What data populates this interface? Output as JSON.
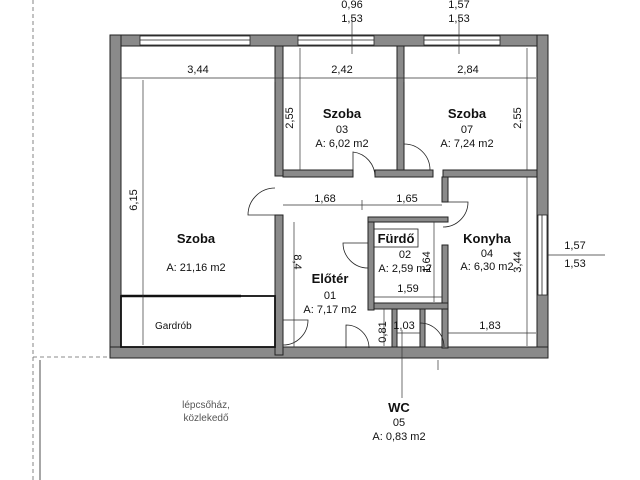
{
  "top_marks": [
    {
      "a": "0,96",
      "b": "1,53"
    },
    {
      "a": "1,57",
      "b": "1,53"
    }
  ],
  "side_mark": {
    "a": "1,57",
    "b": "1,53"
  },
  "dimensions": {
    "d_344_top": "3,44",
    "d_242": "2,42",
    "d_284": "2,84",
    "d_255_left": "2,55",
    "d_255_right": "2,55",
    "d_615": "6,15",
    "d_168": "1,68",
    "d_165": "1,65",
    "d_84": "8,4",
    "d_164": "1,64",
    "d_344_kitchen": "3,44",
    "d_159": "1,59",
    "d_081": "0,81",
    "d_103": "1,03",
    "d_183": "1,83"
  },
  "rooms": {
    "szoba_big": {
      "name": "Szoba",
      "area": "A: 21,16 m2"
    },
    "szoba_03": {
      "name": "Szoba",
      "number": "03",
      "area": "A: 6,02 m2"
    },
    "szoba_07": {
      "name": "Szoba",
      "number": "07",
      "area": "A: 7,24 m2"
    },
    "furdo": {
      "name": "Fürdő",
      "number": "02",
      "area": "A: 2,59 m2"
    },
    "konyha": {
      "name": "Konyha",
      "number": "04",
      "area": "A: 6,30 m2"
    },
    "eloter": {
      "name": "Előtér",
      "number": "01",
      "area": "A: 7,17 m2"
    },
    "wc": {
      "name": "WC",
      "number": "05",
      "area": "A: 0,83 m2"
    }
  },
  "gardrob": "Gardrób",
  "staircase": {
    "line1": "lépcsőház,",
    "line2": "közlekedő"
  },
  "colors": {
    "wall_fill": "#8a8a8a",
    "line": "#222222"
  }
}
